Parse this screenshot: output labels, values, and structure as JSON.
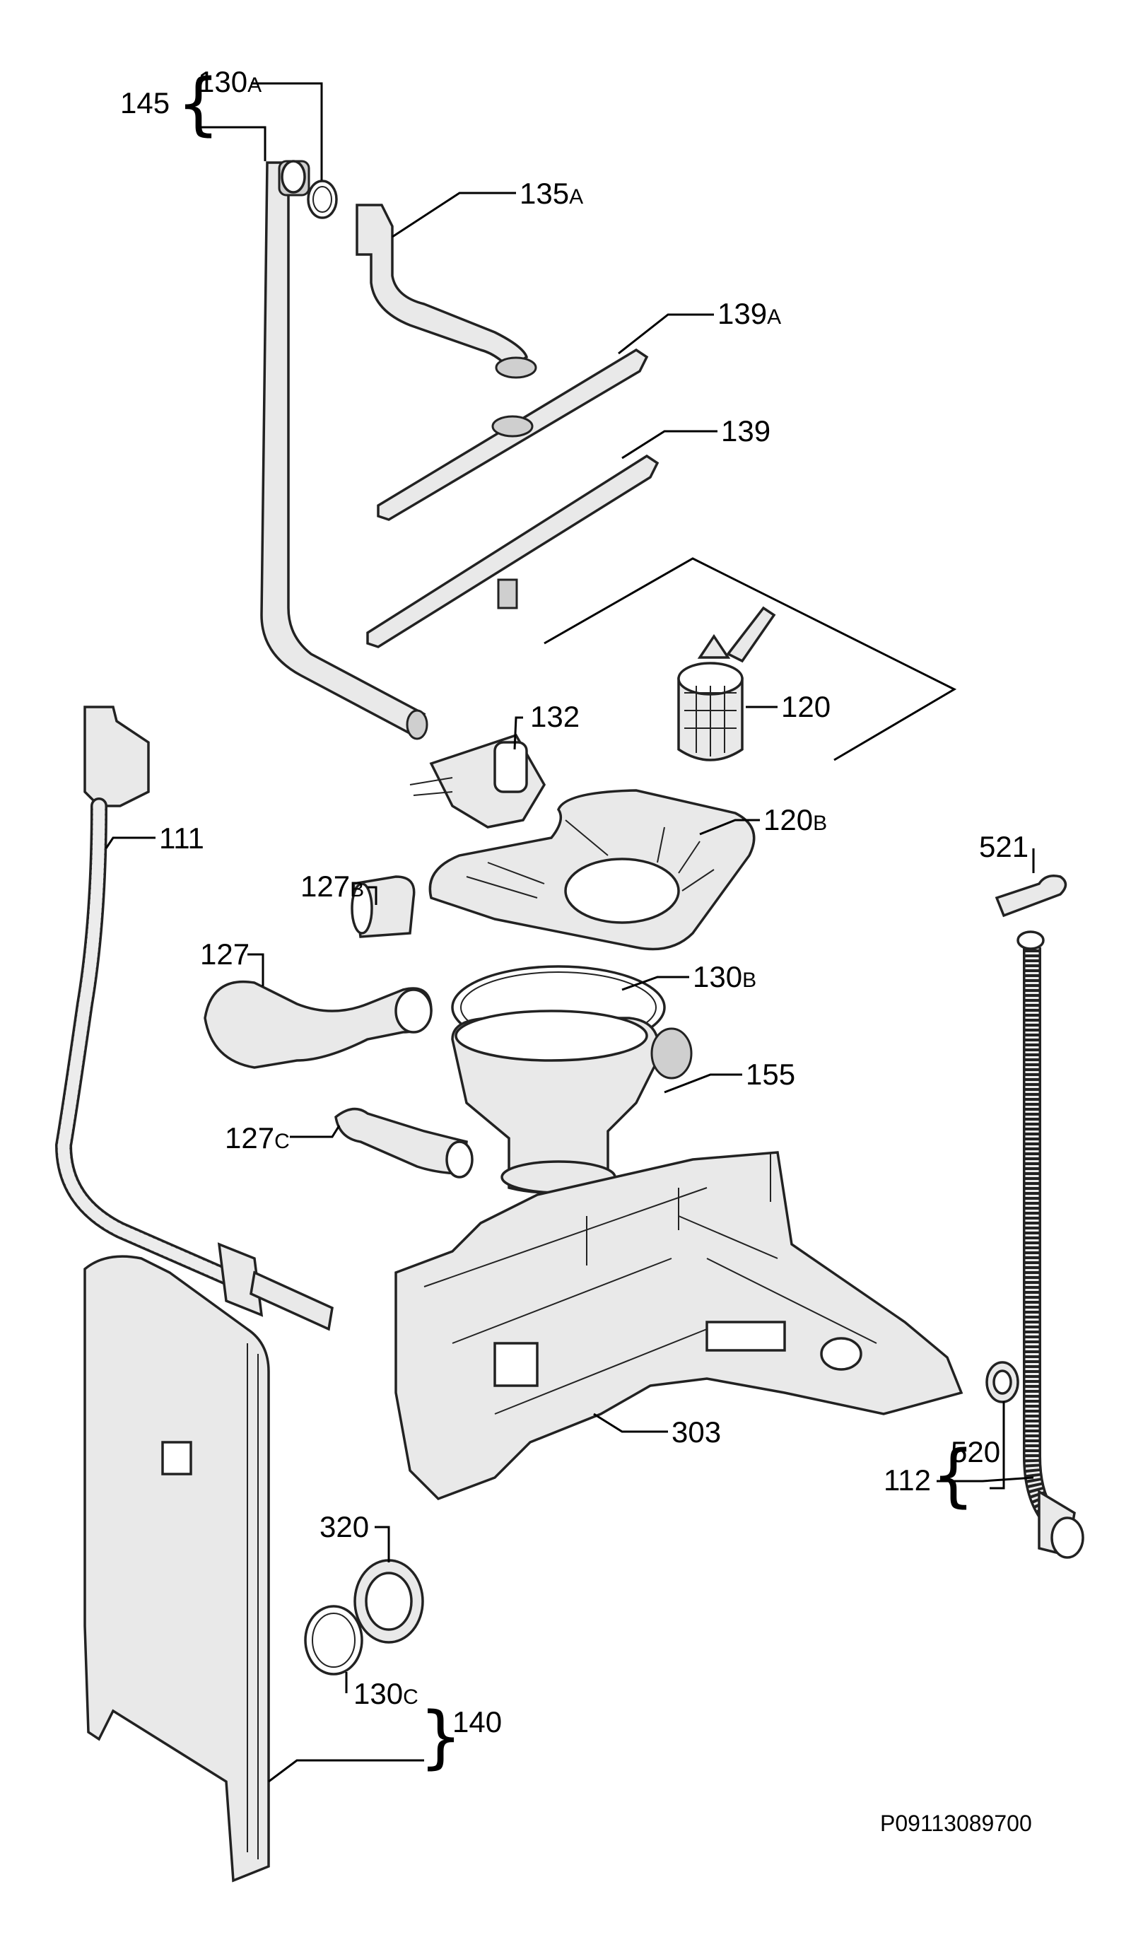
{
  "labels": {
    "p145": "145",
    "p130a": "130",
    "p130a_sfx": "A",
    "p135a": "135",
    "p135a_sfx": "A",
    "p139a": "139",
    "p139a_sfx": "A",
    "p139": "139",
    "p120": "120",
    "p132": "132",
    "p120b": "120",
    "p120b_sfx": "B",
    "p111": "111",
    "p521": "521",
    "p127b": "127",
    "p127b_sfx": "B",
    "p127": "127",
    "p130b": "130",
    "p130b_sfx": "B",
    "p155": "155",
    "p127c": "127",
    "p127c_sfx": "C",
    "p303": "303",
    "p112": "112",
    "p520": "520",
    "p320": "320",
    "p130c": "130",
    "p130c_sfx": "C",
    "p140": "140"
  },
  "drawing_code": "P09113089700",
  "colors": {
    "line": "#000000",
    "part_fill": "#e9e9e9",
    "background": "#ffffff"
  }
}
